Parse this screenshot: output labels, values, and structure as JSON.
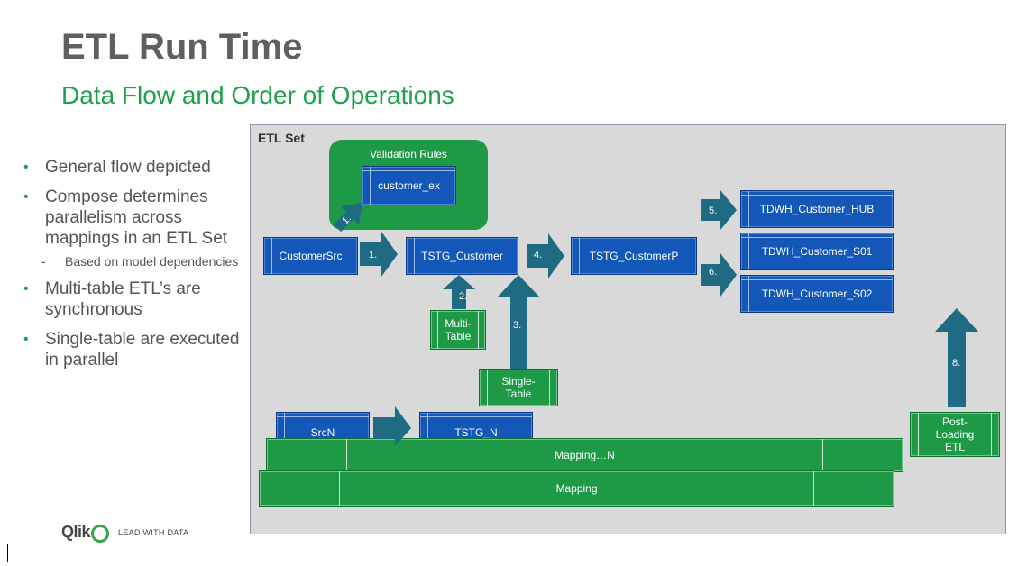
{
  "title": "ETL Run Time",
  "subtitle": "Data Flow and Order of Operations",
  "bullets": [
    {
      "text": "General flow depicted"
    },
    {
      "text": "Compose determines parallelism across mappings in an ETL Set",
      "sub": "Based on model dependencies"
    },
    {
      "text": "Multi-table ETL’s are synchronous"
    },
    {
      "text": "Single-table are executed in parallel"
    }
  ],
  "logo": {
    "word": "Qlik",
    "tagline": "LEAD WITH DATA"
  },
  "diagram": {
    "set_label": "ETL Set",
    "validation_title": "Validation Rules",
    "nodes": {
      "customer_ex": "customer_ex",
      "customer_src": "CustomerSrc",
      "tstg_customer": "TSTG_Customer",
      "tstg_customerp": "TSTG_CustomerP",
      "hub": "TDWH_Customer_HUB",
      "s01": "TDWH_Customer_S01",
      "s02": "TDWH_Customer_S02",
      "srcn": "SrcN",
      "tstg_n": "TSTG_N",
      "multi_table": "Multi-Table",
      "single_table": "Single-Table",
      "post_loading": "Post-Loading ETL",
      "mapping_n": "Mapping…N",
      "mapping": "Mapping"
    },
    "steps": [
      "1.",
      "1.",
      "2.",
      "3.",
      "4.",
      "5.",
      "6.",
      "8."
    ]
  },
  "colors": {
    "blue": "#1357b8",
    "green": "#1e9a47",
    "arrow": "#1f6b84",
    "panel": "#d9d9d9",
    "title": "#5f5f5f",
    "subtitle": "#1fa04b"
  }
}
